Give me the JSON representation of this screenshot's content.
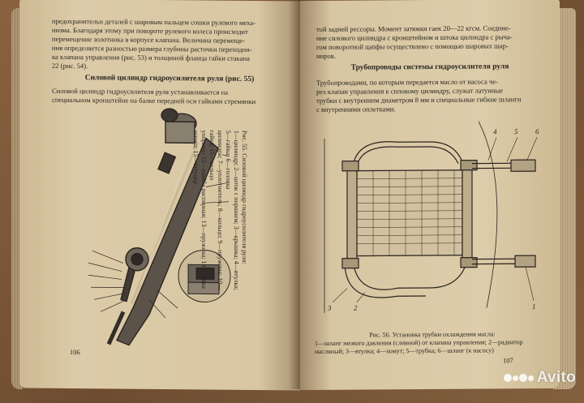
{
  "left_page": {
    "paragraph_top": [
      "предохранительн деталей с шаровым пальцем сошки рулевого меха-",
      "низма. Благодаря этому при повороте рулевого колеса происходит",
      "перемещение золотника в корпусе клапана. Величина перемеще-",
      "ния определяется разностью размера глубины расточки переходни-",
      "ка клапана управления (рис. 53) и толщиной фланца гайки стакана",
      "22 (рис. 54)."
    ],
    "section_heading": "Силовой цилиндр гидроусилителя руля (рис. 55)",
    "paragraph_after_heading": [
      "Силовой цилиндр гидроусилителя руля устанавливается на",
      "специальном кронштейне на балке передней оси гайками стремянки"
    ],
    "figure_caption_rotated": [
      "Рис. 55. Силовой цилиндр гидроусилителя руля:",
      "1—цилиндр; 2—шток с поршнем; 3—крышка; 4—втулка; 5—гайка; 6—головка",
      "цилиндра; 7—уплотнитель; 8—кольцо; 9—пружина; 10—гайка; 11—кольцо",
      "упорное; 12—шайба распорная; 13—пружина; 14—гайка штока; 15—штуцер"
    ],
    "page_number": "106"
  },
  "right_page": {
    "paragraph_top": [
      "той задней рессоры. Момент затяжки гаек 20—22 кгсм. Соедине-",
      "ние силового цилиндра с кронштейном и штока цилиндра с рыча-",
      "гом поворотной цапфы осуществлено с помощью шаровых шар-",
      "ниров."
    ],
    "section_heading": "Трубопроводы системы гидроусилителя руля",
    "paragraph_after_heading": [
      "Трубопроводами, по которым передается масло от насоса че-",
      "рез клапан управления к силовому цилиндру, служат латунные",
      "трубки с внутренним диаметром 8 мм и специальные гибкие шланги",
      "с внутренними оплетками."
    ],
    "figure_labels": [
      "1",
      "2",
      "3",
      "4",
      "5",
      "6"
    ],
    "figure_caption": [
      "Рис. 56. Установка трубки охлаждения масла:",
      "1—шланг низкого давления (сливной) от клапана управления; 2—радиатор",
      "масляный; 3—втулка; 4—хомут; 5—трубка; 6—шланг (к насосу)"
    ],
    "page_number": "107"
  },
  "watermark": {
    "brand": "Avito"
  }
}
